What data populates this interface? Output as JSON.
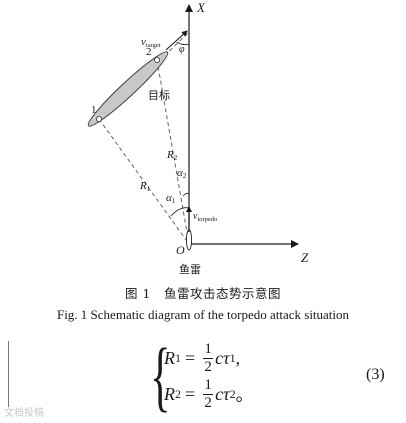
{
  "diagram": {
    "axis_x": "X",
    "axis_z": "Z",
    "origin": "O",
    "phi": "φ",
    "point_1": "1",
    "point_2": "2",
    "target_label_cn": "目标",
    "torpedo_label_cn": "鱼雷",
    "v_target": {
      "main": "v",
      "sub": "target"
    },
    "v_torpedo": {
      "main": "v",
      "sub": "torpedo"
    },
    "R1": {
      "main": "R",
      "sub": "1"
    },
    "R2": {
      "main": "R",
      "sub": "2"
    },
    "alpha1": {
      "main": "α",
      "sub": "1"
    },
    "alpha2": {
      "main": "α",
      "sub": "2"
    }
  },
  "caption": {
    "cn": "图 1　鱼雷攻击态势示意图",
    "en": "Fig. 1    Schematic diagram of the torpedo attack situation"
  },
  "equation": {
    "line1": {
      "lhs": "R",
      "lhs_sub": "1",
      "eq": "=",
      "num": "1",
      "den": "2",
      "c": "c",
      "tau": "τ",
      "tau_sub": "1",
      "end": ","
    },
    "line2": {
      "lhs": "R",
      "lhs_sub": "2",
      "eq": "=",
      "num": "1",
      "den": "2",
      "c": "c",
      "tau": "τ",
      "tau_sub": "2",
      "end": "。"
    },
    "number": "(3)"
  },
  "watermark": "文档投稿"
}
